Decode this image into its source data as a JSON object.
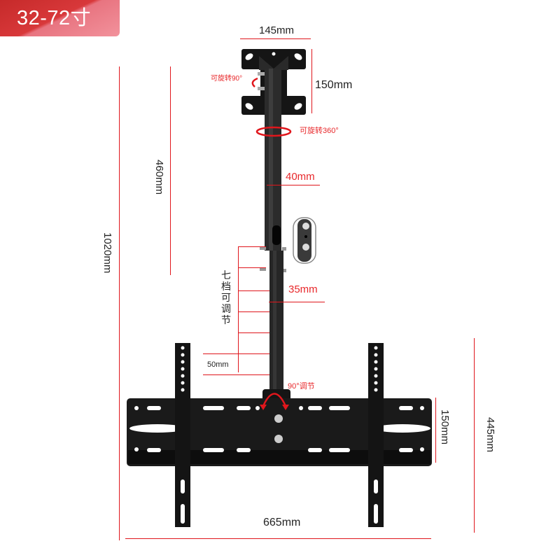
{
  "badge": {
    "text": "32-72寸",
    "gradient_from": "#c62a2a",
    "gradient_to": "#f2929c"
  },
  "dimensions": {
    "top_plate_width": "145mm",
    "top_plate_height": "150mm",
    "pole_diameter": "40mm",
    "inner_pole_diameter": "35mm",
    "step_spacing": "50mm",
    "upper_length": "460mm",
    "total_length": "1020mm",
    "bracket_height": "150mm",
    "arm_height": "445mm",
    "bracket_width": "665mm"
  },
  "annotations": {
    "rotate_90": "可旋转90°",
    "rotate_360": "可旋转360°",
    "tilt_90": "90°调节",
    "seven_levels": "七档可调节"
  },
  "colors": {
    "dimension_line": "#e0161c",
    "annotation_text": "#e8282b",
    "metal": "#161616"
  }
}
